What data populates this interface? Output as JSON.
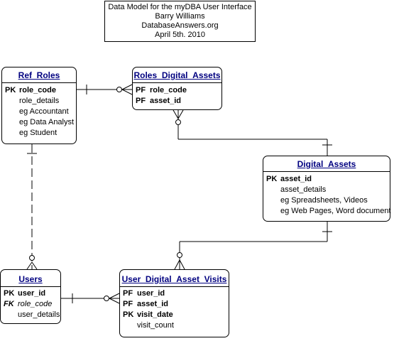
{
  "title": {
    "lines": [
      "Data Model for the myDBA User Interface",
      "Barry Williams",
      "DatabaseAnswers.org",
      "April 5th. 2010"
    ]
  },
  "entities": {
    "ref_roles": {
      "name": "Ref_Roles",
      "pk": [
        {
          "key": "PK",
          "field": "role_code"
        }
      ],
      "attrs": [
        "role_details",
        "eg Accountant",
        "eg Data Analyst",
        "eg Student"
      ]
    },
    "roles_digital_assets": {
      "name": "Roles_Digital_Assets",
      "pk": [
        {
          "key": "PF",
          "field": "role_code"
        },
        {
          "key": "PF",
          "field": "asset_id"
        }
      ],
      "attrs": []
    },
    "digital_assets": {
      "name": "Digital_Assets",
      "pk": [
        {
          "key": "PK",
          "field": "asset_id"
        }
      ],
      "attrs": [
        "asset_details",
        "eg Spreadsheets, Videos",
        "eg Web Pages, Word document"
      ]
    },
    "users": {
      "name": "Users",
      "pk": [
        {
          "key": "PK",
          "field": "user_id"
        }
      ],
      "attrs": [
        {
          "key": "FK",
          "field": "role_code"
        },
        {
          "key": "",
          "field": "user_details"
        }
      ]
    },
    "user_digital_asset_visits": {
      "name": "User_Digital_Asset_Visits",
      "pk": [
        {
          "key": "PF",
          "field": "user_id"
        },
        {
          "key": "PF",
          "field": "asset_id"
        },
        {
          "key": "PK",
          "field": "visit_date"
        }
      ],
      "attrs": [
        "visit_count"
      ]
    }
  },
  "colors": {
    "entity_title": "#000080",
    "line": "#000000",
    "background": "#ffffff"
  }
}
